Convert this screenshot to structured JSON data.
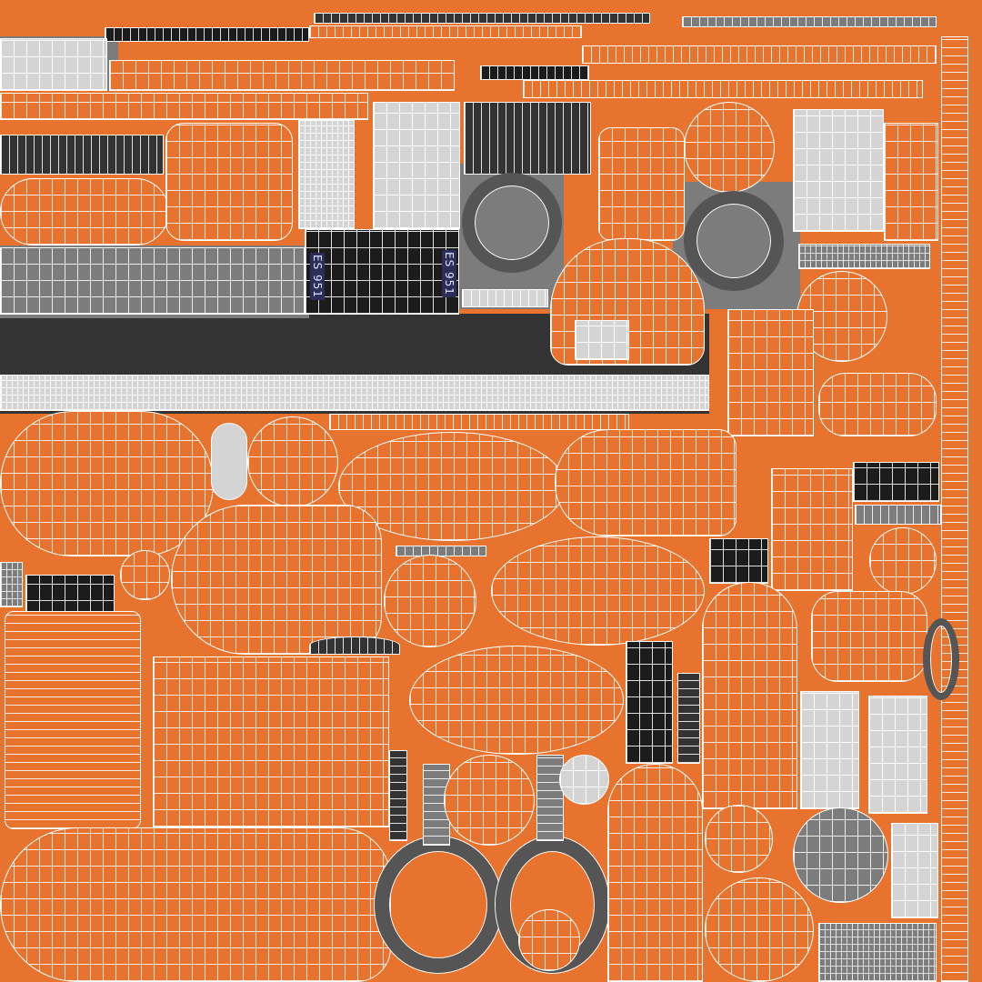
{
  "texture": {
    "type": "uv-layout-wireframe",
    "colors": {
      "base": "#e8732e",
      "wire": "#ffffff",
      "dark": "#333333",
      "black": "#1c1c1c",
      "mid_gray": "#7c7c7c",
      "light_gray": "#d4d4d4",
      "plate": "#2d2d5a"
    },
    "plates": [
      {
        "text": "ES 951"
      },
      {
        "text": "ES 951"
      }
    ]
  }
}
